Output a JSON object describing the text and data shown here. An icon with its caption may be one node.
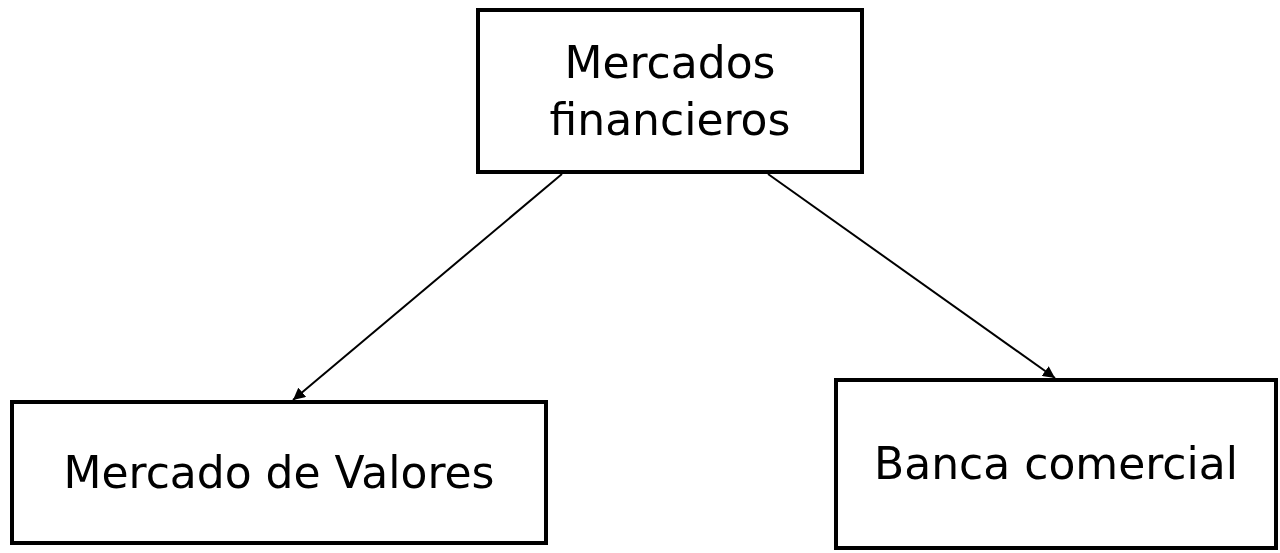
{
  "diagram": {
    "nodes": [
      {
        "text": [
          "Mercados financieros"
        ]
      },
      {
        "text": [
          "Mercado de Valores"
        ]
      },
      {
        "text": [
          "Banca comercial"
        ]
      }
    ],
    "edges": [
      {
        "from": 0,
        "to": 1,
        "arrow": "to"
      },
      {
        "from": 0,
        "to": 2,
        "arrow": "to"
      }
    ]
  }
}
